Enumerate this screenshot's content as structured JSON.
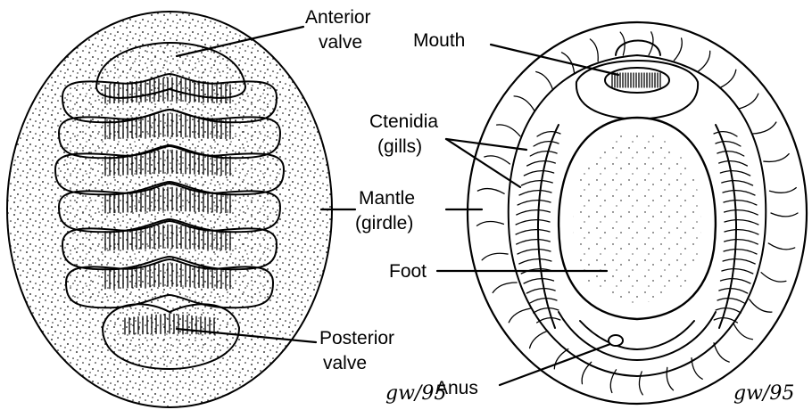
{
  "dorsal_view": {
    "labels": {
      "anterior_valve": [
        "Anterior",
        "valve"
      ],
      "mantle": [
        "Mantle",
        "(girdle)"
      ],
      "posterior_valve": [
        "Posterior",
        "valve"
      ]
    },
    "signature": "gw/95"
  },
  "ventral_view": {
    "labels": {
      "mouth": "Mouth",
      "ctenidia": [
        "Ctenidia",
        "(gills)"
      ],
      "foot": "Foot",
      "anus": "Anus"
    },
    "signature": "gw/95"
  }
}
